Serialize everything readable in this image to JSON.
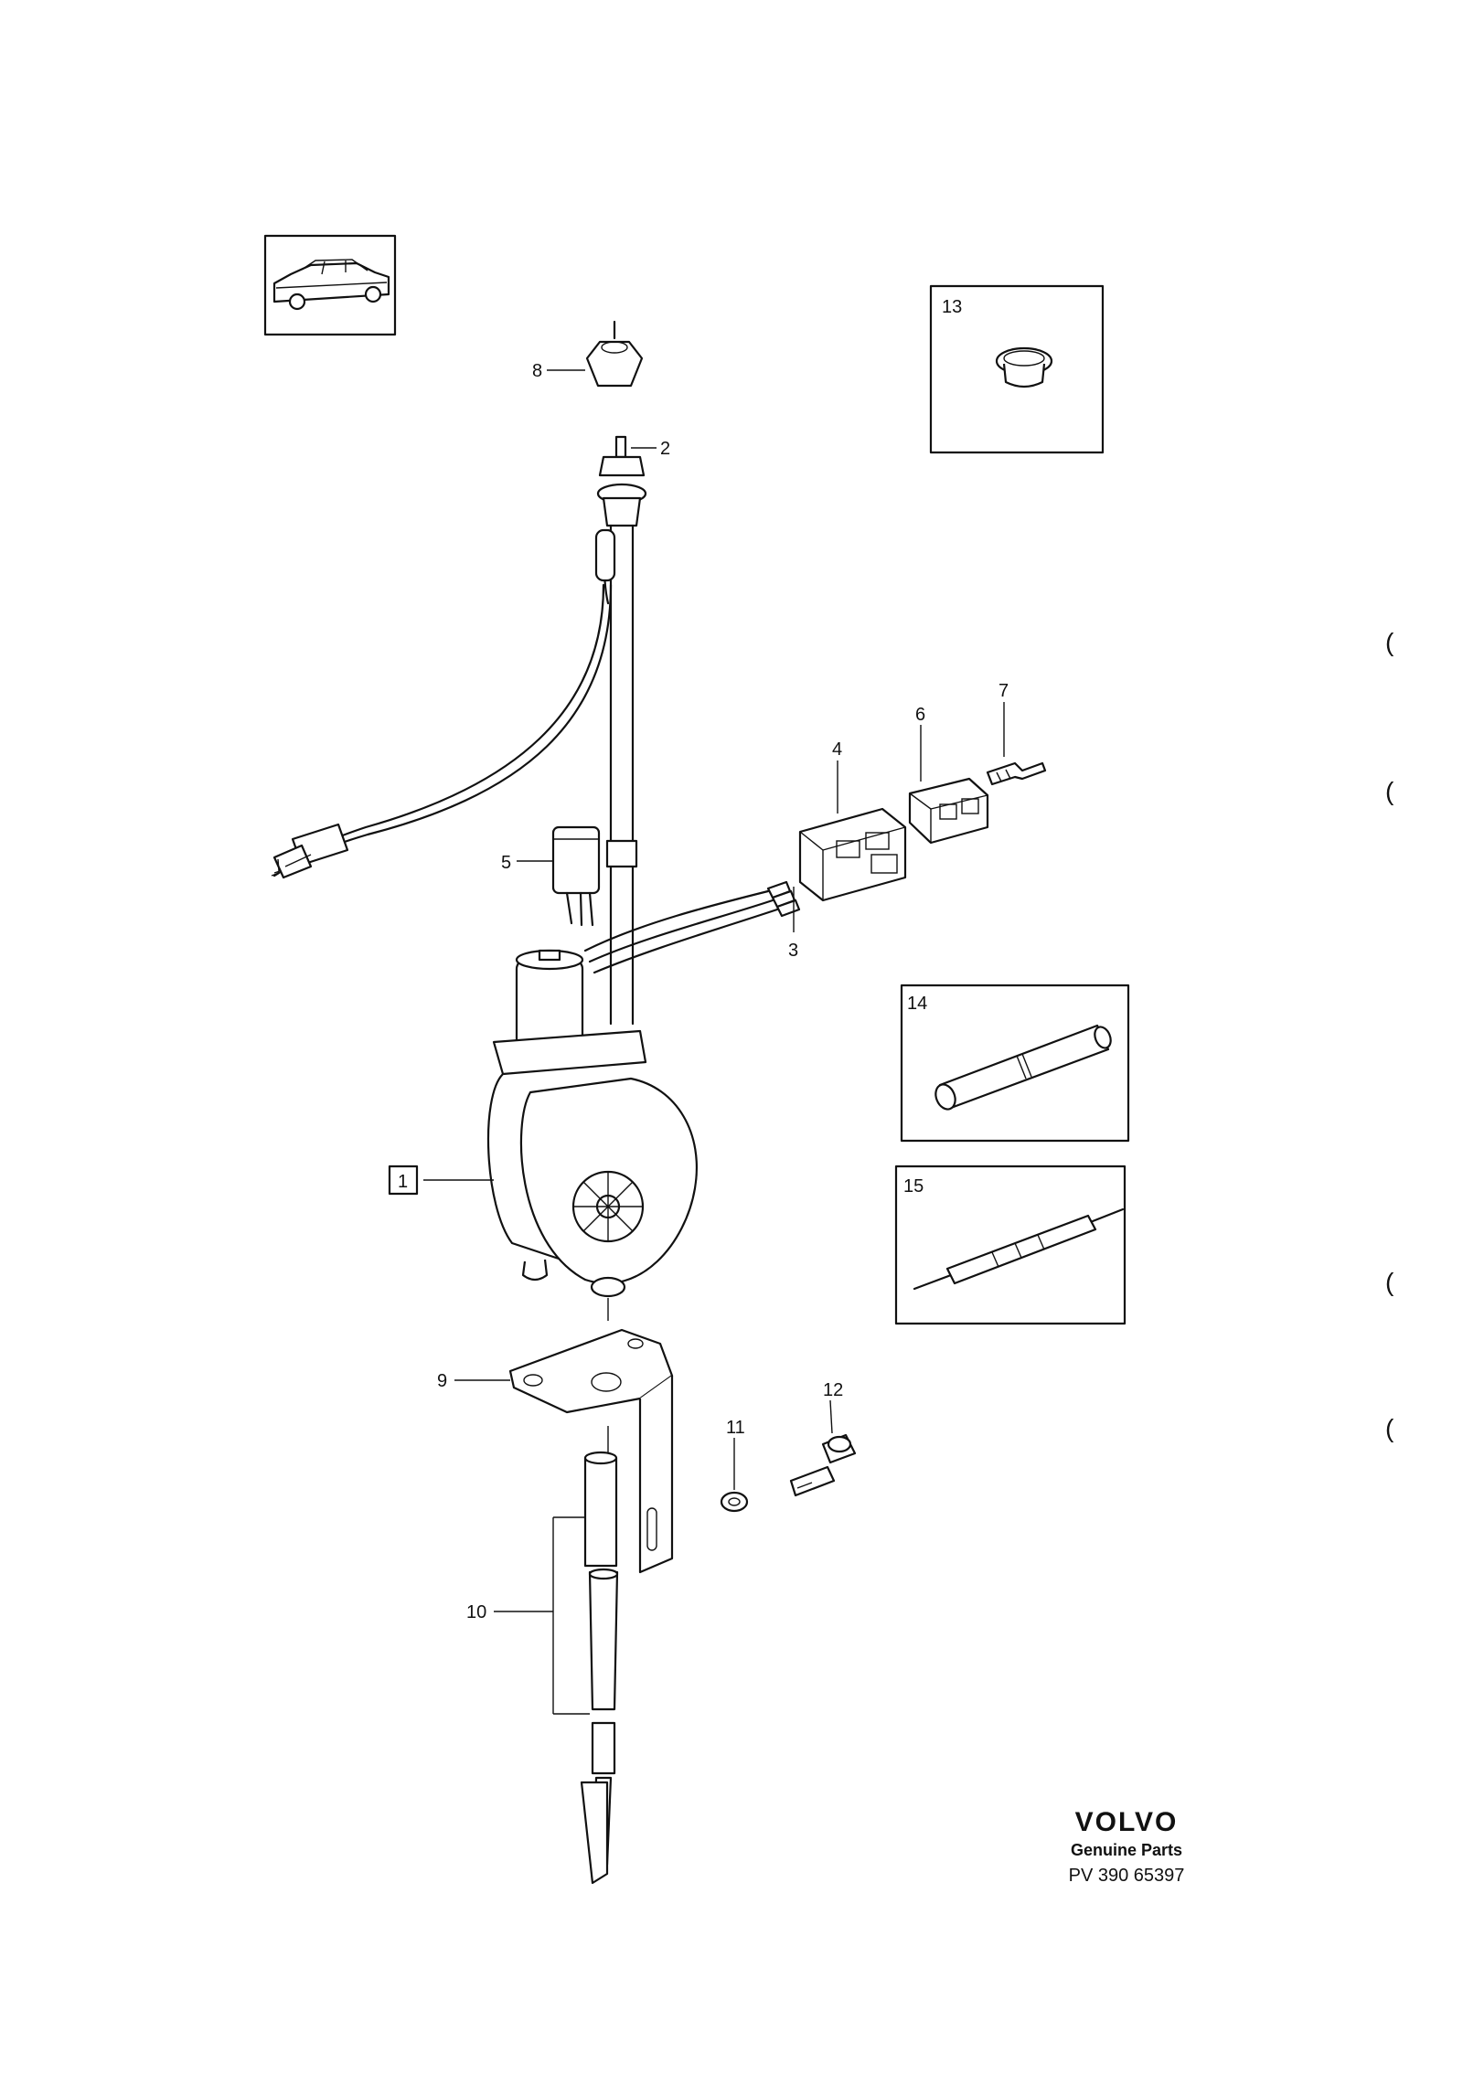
{
  "callouts": {
    "c1": "1",
    "c2": "2",
    "c3": "3",
    "c4": "4",
    "c5": "5",
    "c6": "6",
    "c7": "7",
    "c8": "8",
    "c9": "9",
    "c10": "10",
    "c11": "11",
    "c12": "12",
    "c13": "13",
    "c14": "14",
    "c15": "15"
  },
  "brand": {
    "logo": "VOLVO",
    "tagline": "Genuine Parts",
    "code": "PV 390 65397"
  },
  "margin_marks": [
    "(",
    "(",
    "(",
    "("
  ],
  "icons": [
    "car-icon",
    "antenna-motor-icon"
  ]
}
